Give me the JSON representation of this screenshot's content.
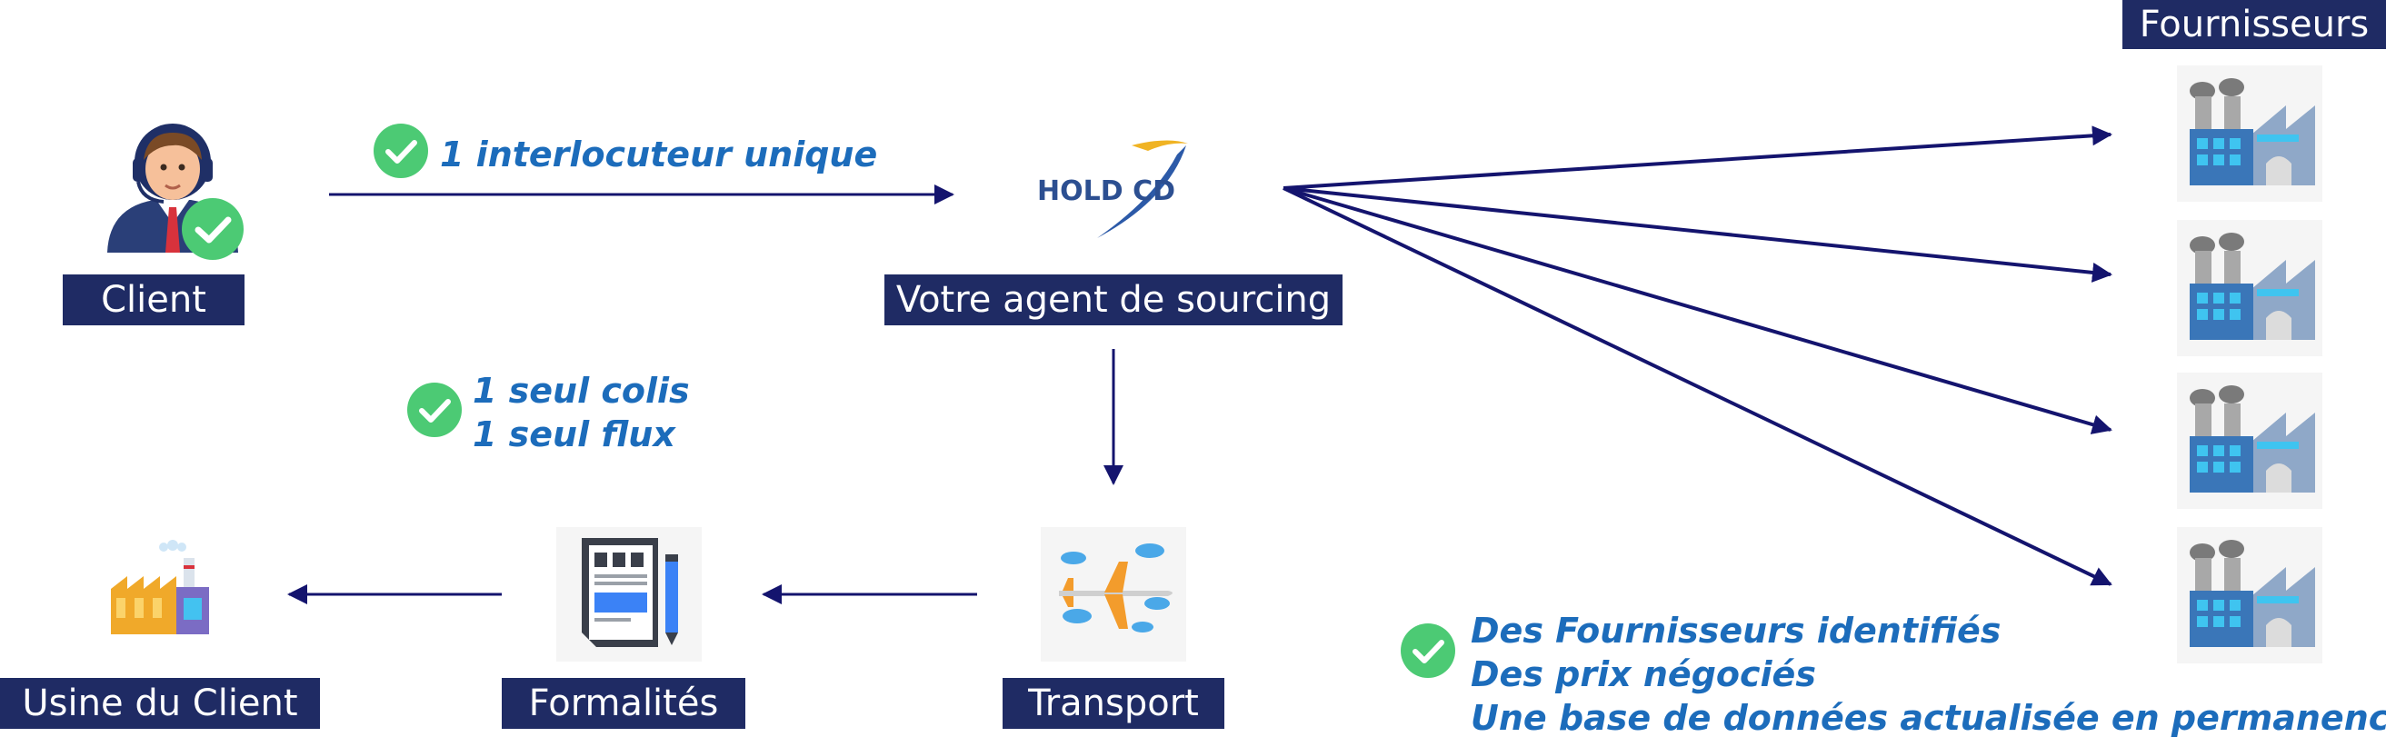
{
  "client": {
    "label": "Client"
  },
  "agent": {
    "label": "Votre agent de sourcing",
    "logo_text": "HOLD CD"
  },
  "fournisseurs": {
    "label": "Fournisseurs"
  },
  "transport": {
    "label": "Transport"
  },
  "formalites": {
    "label": "Formalités"
  },
  "usine": {
    "label": "Usine du Client"
  },
  "notes": {
    "interlocuteur": "1 interlocuteur unique",
    "colis": "1 seul colis",
    "flux": "1 seul flux",
    "fournisseurs_1": "Des Fournisseurs identifiés",
    "fournisseurs_2": "Des prix négociés",
    "fournisseurs_3": "Une base de données actualisée en permanence"
  },
  "colors": {
    "label_bg": "#1f2b64",
    "arrow": "#14146e",
    "note_text": "#1c6cbb",
    "check": "#4cca74"
  },
  "icons": {
    "client": "support-agent-icon",
    "factory": "factory-icon",
    "plane": "plane-icon",
    "document": "document-icon",
    "client_factory": "client-factory-icon"
  }
}
